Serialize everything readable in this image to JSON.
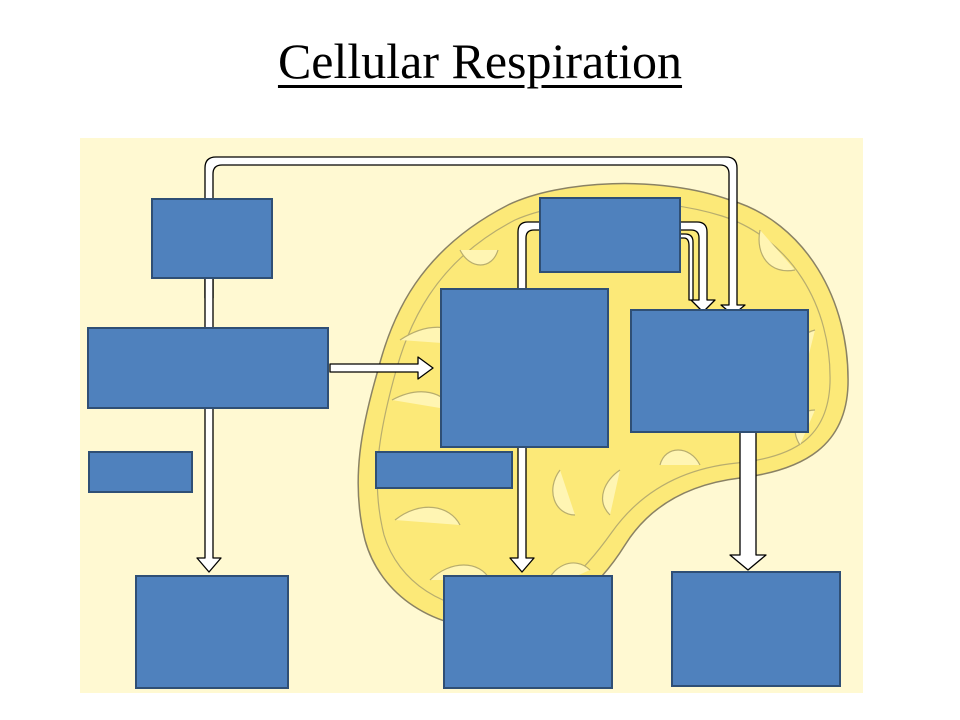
{
  "page": {
    "title": "Cellular Respiration"
  },
  "colors": {
    "cell_background": "#fff9d2",
    "mitochondrion_fill": "#fce978",
    "mitochondrion_stroke": "#8a8264",
    "cristae_fill": "#fff5b3",
    "box_fill": "#4f81bd",
    "box_stroke": "#2f4f75",
    "arrow_fill": "#ffffff",
    "arrow_stroke": "#000000"
  },
  "diagram": {
    "boxes": [
      {
        "id": "glucose",
        "text": ""
      },
      {
        "id": "glycolysis",
        "text": ""
      },
      {
        "id": "cytoplasm-label",
        "text": ""
      },
      {
        "id": "oxygen",
        "text": ""
      },
      {
        "id": "krebs-cycle",
        "text": ""
      },
      {
        "id": "electron-transport",
        "text": ""
      },
      {
        "id": "mitochondrion-label",
        "text": ""
      },
      {
        "id": "atp-glycolysis",
        "text": ""
      },
      {
        "id": "atp-krebs",
        "text": ""
      },
      {
        "id": "atp-electron-transport",
        "text": ""
      }
    ]
  }
}
